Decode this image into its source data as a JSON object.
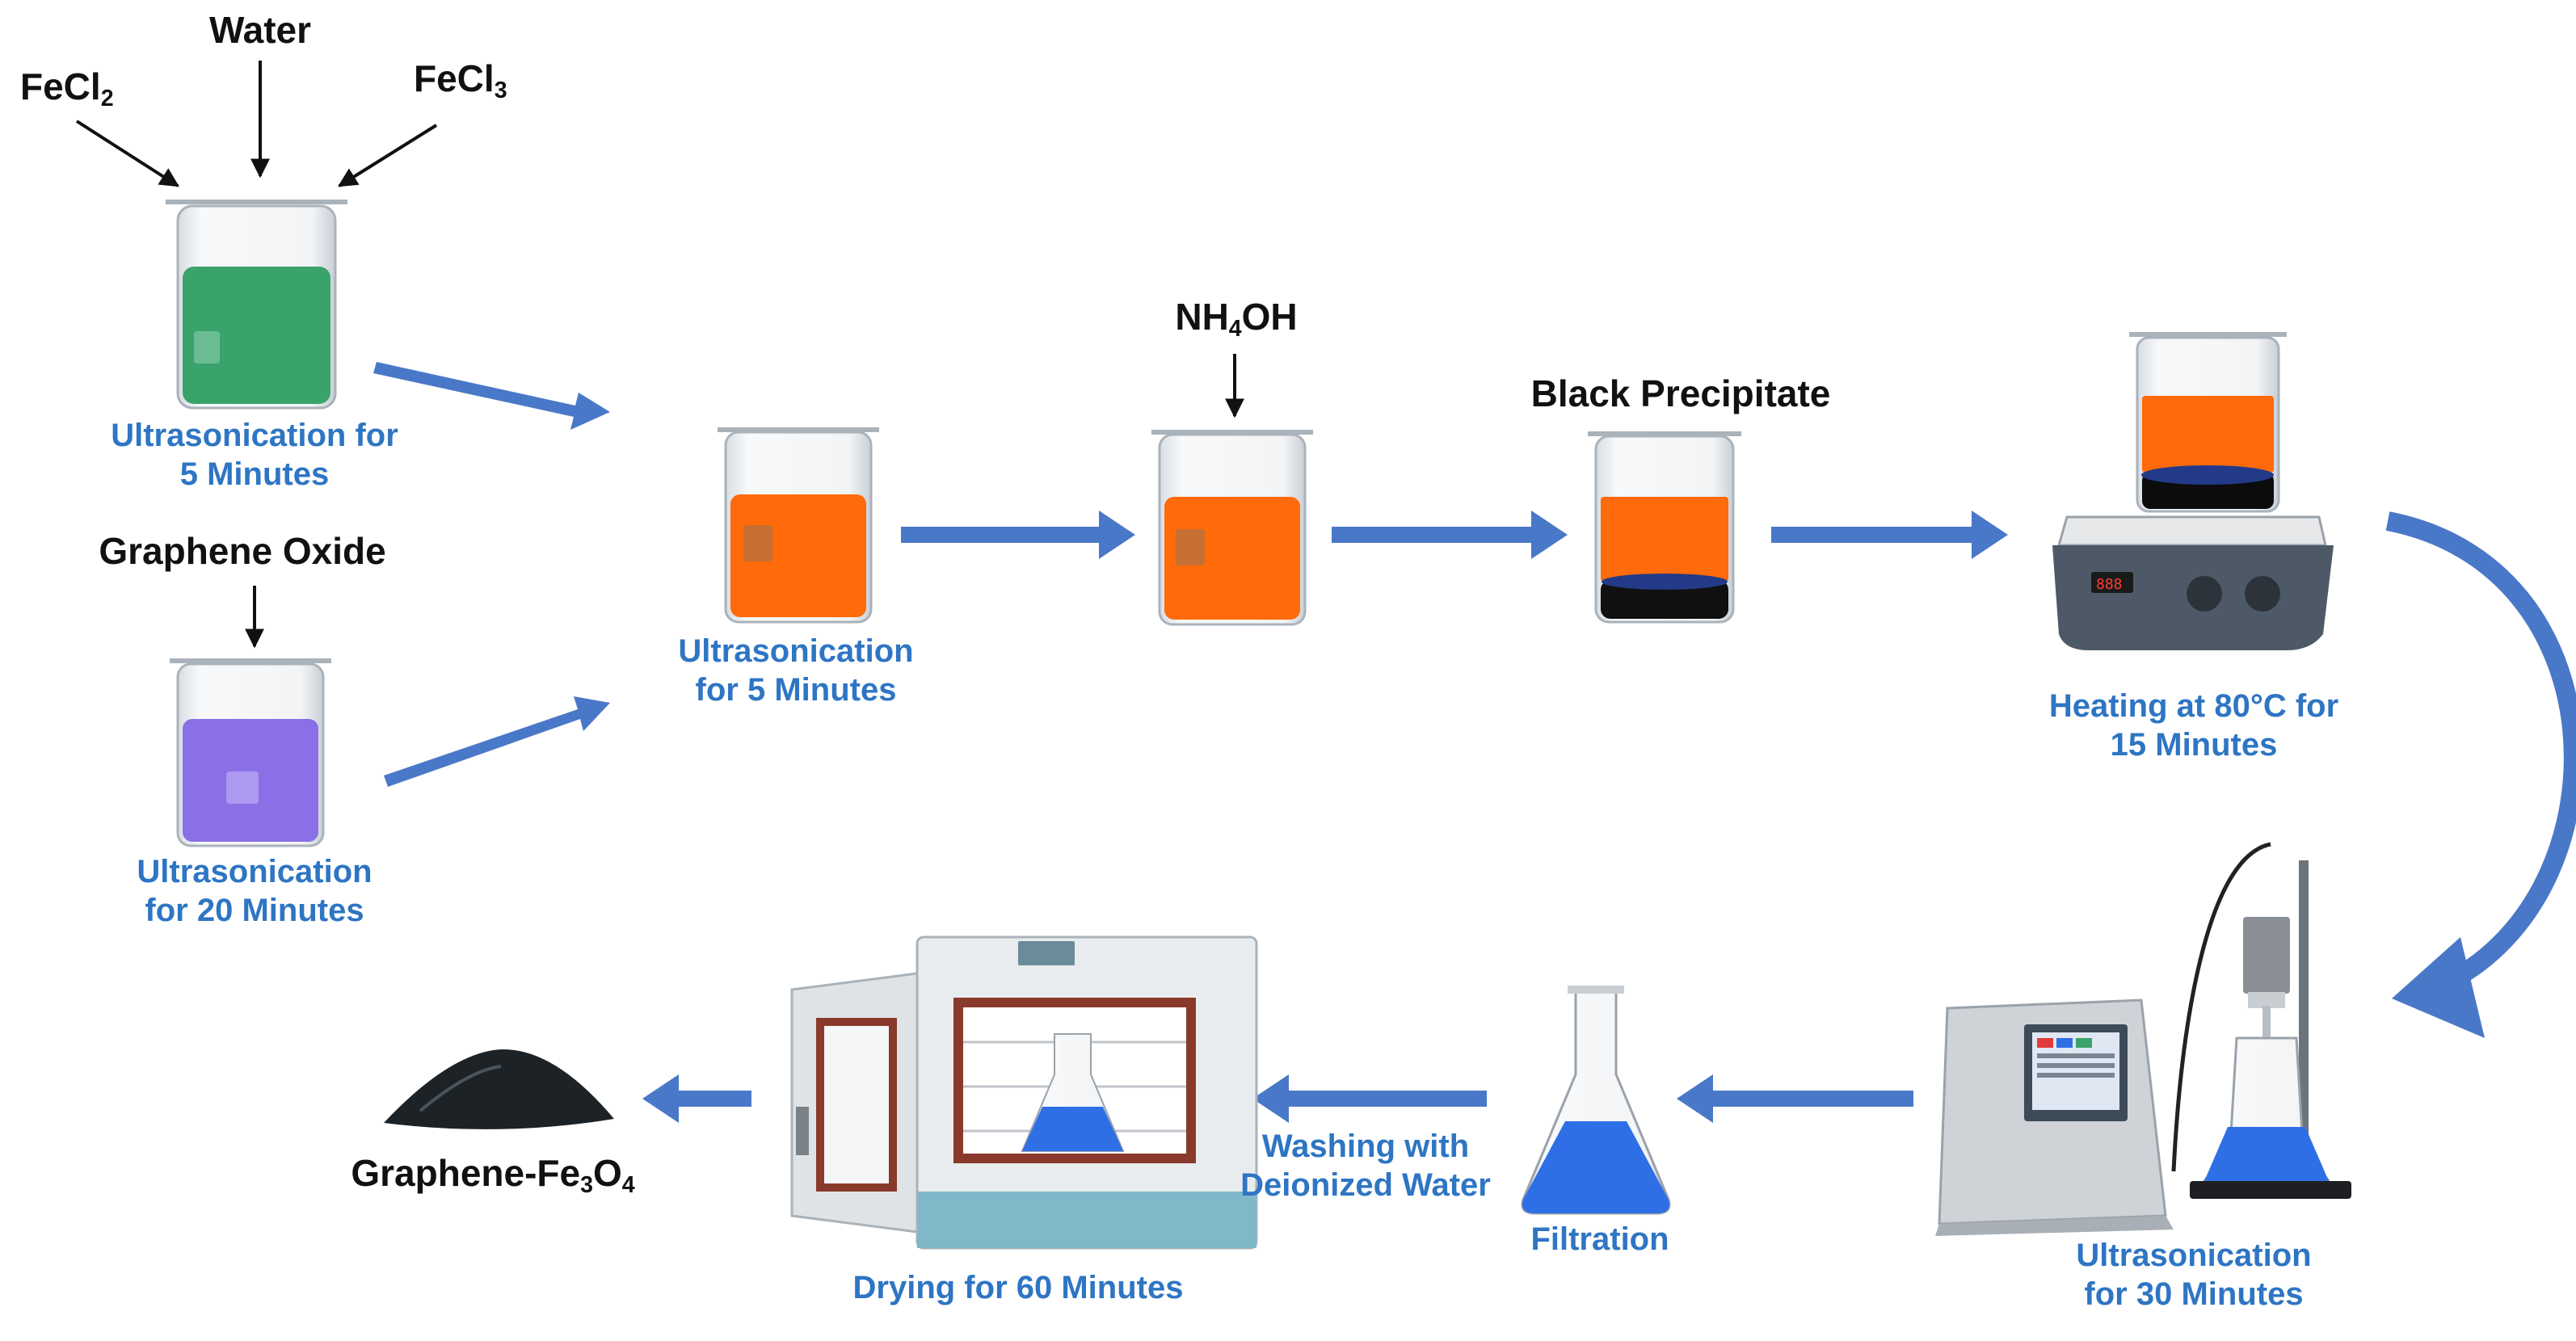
{
  "colors": {
    "arrow": "#4a78c8",
    "label_blue": "#2e75c4",
    "label_black": "#111111",
    "green_solution": "#3aa36c",
    "purple_solution": "#8a6fe6",
    "orange_solution": "#ff6a0a",
    "black_precipitate": "#101010",
    "blue_solution": "#2f6fe6"
  },
  "inputs": {
    "fecl2": {
      "base": "FeCl",
      "sub": "2"
    },
    "water": "Water",
    "fecl3": {
      "base": "FeCl",
      "sub": "3"
    },
    "graphene_oxide": "Graphene Oxide",
    "nh4oh": {
      "pre": "NH",
      "sub": "4",
      "post": "OH"
    },
    "black_precipitate": "Black Precipitate"
  },
  "steps": {
    "fe_sonication": {
      "line1": "Ultrasonication for",
      "line2": "5 Minutes"
    },
    "go_sonication": {
      "line1": "Ultrasonication",
      "line2": "for 20 Minutes"
    },
    "mix_sonication": {
      "line1": "Ultrasonication",
      "line2": "for 5 Minutes"
    },
    "heating": {
      "line1": "Heating at 80°C for",
      "line2": "15 Minutes"
    },
    "probe_sonication": {
      "line1": "Ultrasonication",
      "line2": "for 30 Minutes"
    },
    "filtration": {
      "line1": "Filtration"
    },
    "washing": {
      "line1": "Washing with",
      "line2": "Deionized Water"
    },
    "drying": {
      "line1": "Drying for 60 Minutes"
    }
  },
  "product": {
    "pre": "Graphene-Fe",
    "sub1": "3",
    "mid": "O",
    "sub2": "4"
  }
}
